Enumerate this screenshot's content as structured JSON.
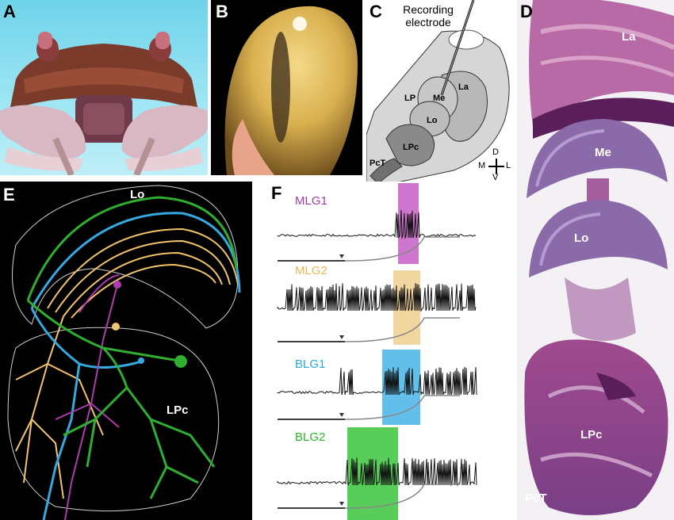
{
  "panels": {
    "a": {
      "label": "A"
    },
    "b": {
      "label": "B"
    },
    "c": {
      "label": "C",
      "electrode_label": "Recording\nelectrode",
      "regions": {
        "la": "La",
        "me": "Me",
        "lp": "LP",
        "lo": "Lo",
        "lpc": "LPc",
        "pct": "PcT"
      },
      "compass": {
        "d": "D",
        "v": "V",
        "m": "M",
        "l": "L"
      }
    },
    "d": {
      "label": "D",
      "regions": {
        "la": "La",
        "me": "Me",
        "lo": "Lo",
        "lpc": "LPc",
        "pct": "PcT"
      }
    },
    "e": {
      "label": "E",
      "regions": {
        "lo": "Lo",
        "lpc": "LPc"
      }
    },
    "f": {
      "label": "F",
      "traces": [
        {
          "name": "MLG1",
          "color": "#a53aa5",
          "highlight": "#c75fc7"
        },
        {
          "name": "MLG2",
          "color": "#e8b85a",
          "highlight": "#f0cf8f"
        },
        {
          "name": "BLG1",
          "color": "#2aa7de",
          "highlight": "#45b4e6"
        },
        {
          "name": "BLG2",
          "color": "#2bb52b",
          "highlight": "#3cc43c"
        }
      ]
    }
  },
  "colors": {
    "mlg1": "#b03ab0",
    "mlg2": "#f2c46b",
    "blg1": "#36a8e0",
    "blg2": "#2fae2f"
  }
}
